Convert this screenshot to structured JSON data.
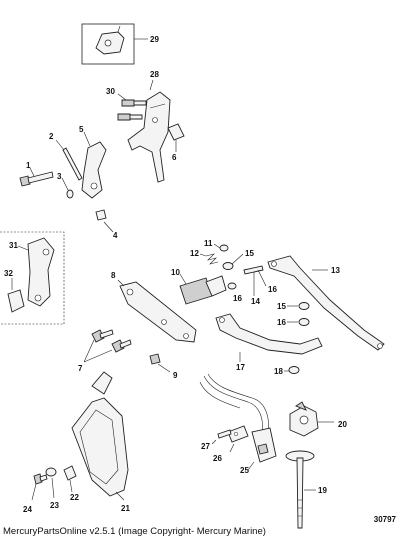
{
  "caption": "MercuryPartsOnline v2.5.1 (Image Copyright- Mercury Marine)",
  "drawing_number": "30797",
  "callouts": {
    "c1": "1",
    "c2": "2",
    "c3": "3",
    "c4": "4",
    "c5": "5",
    "c6": "6",
    "c7": "7",
    "c8": "8",
    "c9": "9",
    "c10": "10",
    "c11": "11",
    "c12": "12",
    "c13": "13",
    "c14": "14",
    "c15a": "15",
    "c15b": "15",
    "c16a": "16",
    "c16b": "16",
    "c16c": "16",
    "c17": "17",
    "c18": "18",
    "c19": "19",
    "c20": "20",
    "c21": "21",
    "c22": "22",
    "c23": "23",
    "c24": "24",
    "c25": "25",
    "c26": "26",
    "c27": "27",
    "c28": "28",
    "c29": "29",
    "c30": "30",
    "c31": "31",
    "c32": "32"
  }
}
